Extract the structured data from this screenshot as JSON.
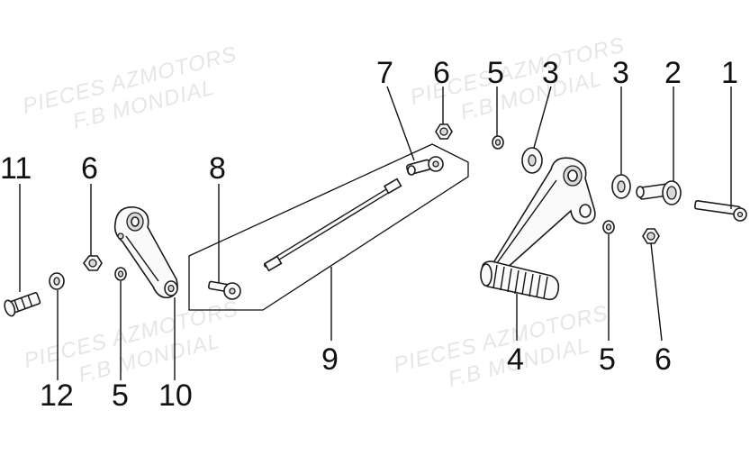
{
  "watermark": {
    "line1": "PIECES AZMOTORS",
    "line2": "F.B MONDIAL"
  },
  "callouts": {
    "c1": "1",
    "c2": "2",
    "c3a": "3",
    "c3b": "3",
    "c4": "4",
    "c5a": "5",
    "c5b": "5",
    "c5c": "5",
    "c6a": "6",
    "c6b": "6",
    "c6c": "6",
    "c7": "7",
    "c8": "8",
    "c9": "9",
    "c10": "10",
    "c11": "11",
    "c12": "12"
  }
}
